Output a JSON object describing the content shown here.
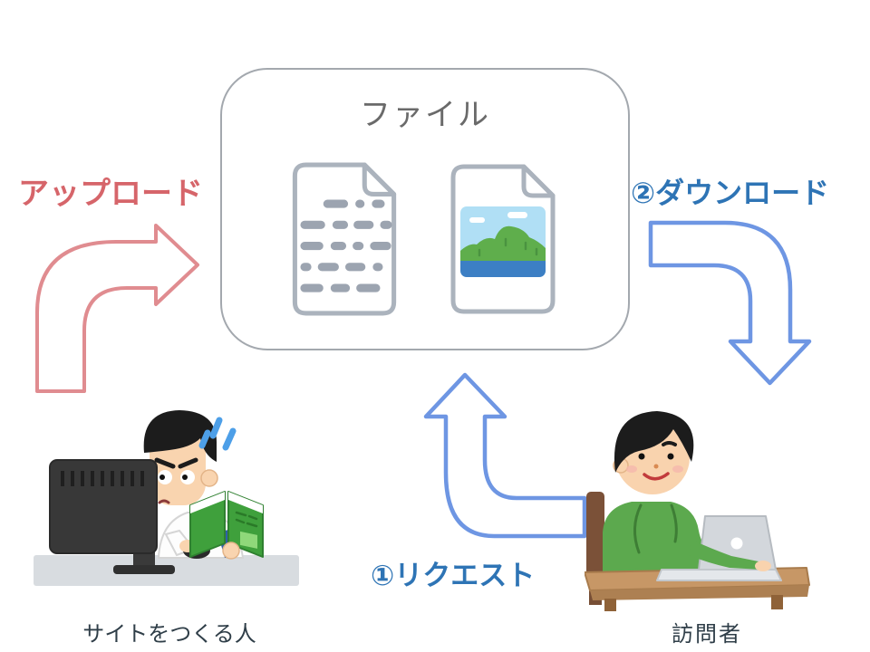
{
  "file_box": {
    "title": "ファイル",
    "icons": [
      "text-file-icon",
      "image-file-icon"
    ]
  },
  "labels": {
    "upload": "アップロード",
    "download": "②ダウンロード",
    "request": "①リクエスト"
  },
  "captions": {
    "creator": "サイトをつくる人",
    "visitor": "訪問者"
  },
  "colors": {
    "upload_text": "#D6656A",
    "upload_arrow": "#E08C90",
    "download_request_text": "#2E74B5",
    "blue_arrow": "#6E96E3",
    "box_border": "#A3A8AE",
    "box_title": "#6A6A6A",
    "caption_text": "#2F3E48",
    "file_icon_gray": "#9CA4B0",
    "image_sky": "#B0DFF5",
    "image_hills": "#5FAE4C",
    "image_water": "#3C7FC4"
  }
}
